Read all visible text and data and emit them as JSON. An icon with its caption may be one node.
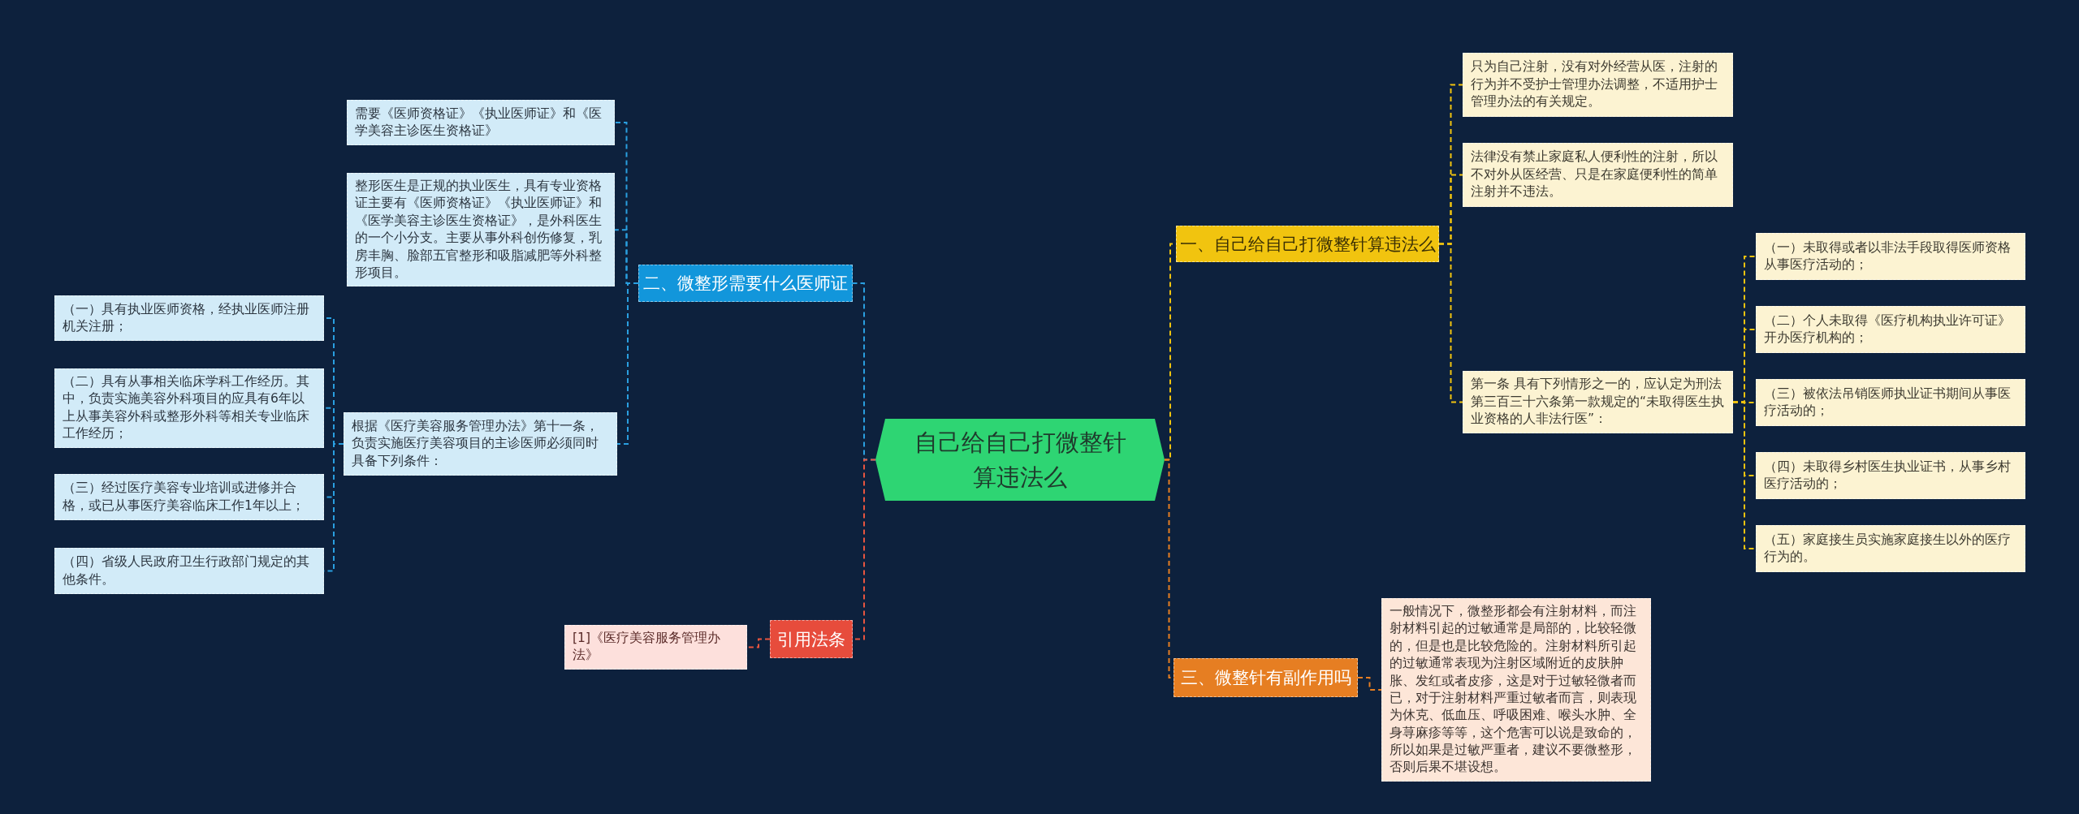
{
  "diagram": {
    "nodes": [
      {
        "text": [
          "自己给自己打微整针算违法么"
        ]
      },
      {
        "text": [
          "一、自己给自己打微整针算违法么"
        ]
      },
      {
        "text": [
          "只为自己注射，没有对外经营从医，注射的行为并不受护士管理办法调整，不适用护士管理办法的有关规定。"
        ]
      },
      {
        "text": [
          "法律没有禁止家庭私人便利性的注射，所以不对外从医经营、只是在家庭便利性的简单注射并不违法。"
        ]
      },
      {
        "text": [
          "第一条 具有下列情形之一的，应认定为刑法第三百三十六条第一款规定的“未取得医生执业资格的人非法行医”："
        ]
      },
      {
        "text": [
          "（一）未取得或者以非法手段取得医师资格从事医疗活动的；"
        ]
      },
      {
        "text": [
          "（二）个人未取得《医疗机构执业许可证》开办医疗机构的；"
        ]
      },
      {
        "text": [
          "（三）被依法吊销医师执业证书期间从事医疗活动的；"
        ]
      },
      {
        "text": [
          "（四）未取得乡村医生执业证书，从事乡村医疗活动的；"
        ]
      },
      {
        "text": [
          "（五）家庭接生员实施家庭接生以外的医疗行为的。"
        ]
      },
      {
        "text": [
          "三、微整针有副作用吗"
        ]
      },
      {
        "text": [
          "一般情况下，微整形都会有注射材料，而注射材料引起的过敏通常是局部的，比较轻微的，但是也是比较危险的。注射材料所引起的过敏通常表现为注射区域附近的皮肤肿胀、发红或者皮疹，这是对于过敏轻微者而已，对于注射材料严重过敏者而言，则表现为休克、低血压、呼吸困难、喉头水肿、全身荨麻疹等等，这个危害可以说是致命的，所以如果是过敏严重者，建议不要微整形，否则后果不堪设想。"
        ]
      },
      {
        "text": [
          "二、微整形需要什么医师证"
        ]
      },
      {
        "text": [
          "需要《医师资格证》《执业医师证》和《医学美容主诊医生资格证》"
        ]
      },
      {
        "text": [
          "整形医生是正规的执业医生，具有专业资格证主要有《医师资格证》《执业医师证》和《医学美容主诊医生资格证》，是外科医生的一个小分支。主要从事外科创伤修复，乳房丰胸、脸部五官整形和吸脂减肥等外科整形项目。"
        ]
      },
      {
        "text": [
          "根据《医疗美容服务管理办法》第十一条，负责实施医疗美容项目的主诊医师必须同时具备下列条件："
        ]
      },
      {
        "text": [
          "（一）具有执业医师资格，经执业医师注册机关注册；"
        ]
      },
      {
        "text": [
          "（二）具有从事相关临床学科工作经历。其中，负责实施美容外科项目的应具有6年以上从事美容外科或整形外科等相关专业临床工作经历；"
        ]
      },
      {
        "text": [
          "（三）经过医疗美容专业培训或进修并合格，或已从事医疗美容临床工作1年以上；"
        ]
      },
      {
        "text": [
          "（四）省级人民政府卫生行政部门规定的其他条件。"
        ]
      },
      {
        "text": [
          "引用法条"
        ]
      },
      {
        "text": [
          "[1]《医疗美容服务管理办法》"
        ]
      }
    ],
    "edges": [
      {
        "from": 0,
        "to": 1,
        "arrow": "none"
      },
      {
        "from": 1,
        "to": 2,
        "arrow": "none"
      },
      {
        "from": 1,
        "to": 3,
        "arrow": "none"
      },
      {
        "from": 1,
        "to": 4,
        "arrow": "none"
      },
      {
        "from": 4,
        "to": 5,
        "arrow": "none"
      },
      {
        "from": 4,
        "to": 6,
        "arrow": "none"
      },
      {
        "from": 4,
        "to": 7,
        "arrow": "none"
      },
      {
        "from": 4,
        "to": 8,
        "arrow": "none"
      },
      {
        "from": 4,
        "to": 9,
        "arrow": "none"
      },
      {
        "from": 0,
        "to": 10,
        "arrow": "none",
        "color": "#e67e22"
      },
      {
        "from": 10,
        "to": 11,
        "arrow": "none",
        "color": "#e67e22"
      },
      {
        "from": 0,
        "to": 12,
        "arrow": "none",
        "color": "#2a9fe0"
      },
      {
        "from": 12,
        "to": 13,
        "arrow": "none",
        "color": "#2a9fe0"
      },
      {
        "from": 12,
        "to": 14,
        "arrow": "none",
        "color": "#2a9fe0"
      },
      {
        "from": 12,
        "to": 15,
        "arrow": "none",
        "color": "#2a9fe0"
      },
      {
        "from": 15,
        "to": 16,
        "arrow": "none",
        "color": "#2a9fe0"
      },
      {
        "from": 15,
        "to": 17,
        "arrow": "none",
        "color": "#2a9fe0"
      },
      {
        "from": 15,
        "to": 18,
        "arrow": "none",
        "color": "#2a9fe0"
      },
      {
        "from": 15,
        "to": 19,
        "arrow": "none",
        "color": "#2a9fe0"
      },
      {
        "from": 0,
        "to": 20,
        "arrow": "none",
        "color": "#e8553f"
      },
      {
        "from": 20,
        "to": 21,
        "arrow": "none",
        "color": "#e8553f"
      }
    ]
  }
}
